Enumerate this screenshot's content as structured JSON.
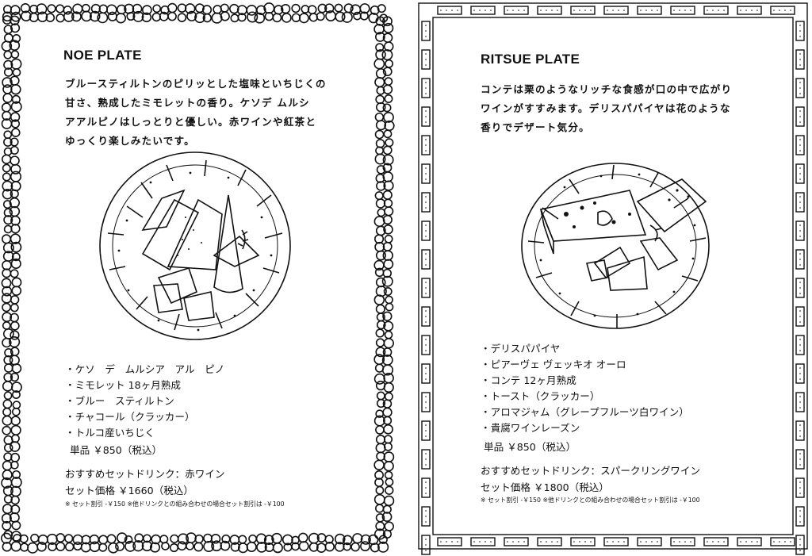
{
  "noe": {
    "title": "NOE PLATE",
    "description_lines": [
      "ブルースティルトンのピリッとした塩味といちじくの",
      "甘さ、熟成したミモレットの香り。ケソデ ムルシ",
      "アアルピノはしっとりと優しい。赤ワインや紅茶と",
      "ゆっくり楽しみたいです。"
    ],
    "items": [
      "・ケソ　デ　ムルシア　アル　ピノ",
      "・ミモレット 18ヶ月熟成",
      "・ブルー　スティルトン",
      "・チャコール（クラッカー）",
      "・トルコ産いちじく"
    ],
    "single_price": "単品 ￥850（税込）",
    "drink": "おすすめセットドリンク：赤ワイン",
    "set_price": "セット価格 ￥1660（税込）",
    "note": "※ セット割引 -￥150 ※他ドリンクとの組み合わせの場合セット割引は -￥100"
  },
  "ritsue": {
    "title": "RITSUE PLATE",
    "description_lines": [
      "コンテは栗のようなリッチな食感が口の中で広がり",
      "ワインがすすみます。デリスパパイヤは花のような",
      "香りでデザート気分。"
    ],
    "items": [
      "・デリスパパイヤ",
      "・ピアーヴェ ヴェッキオ オーロ",
      "・コンテ 12ヶ月熟成",
      "・トースト（クラッカー）",
      "・アロマジャム（グレープフルーツ白ワイン）",
      "・貴腐ワインレーズン"
    ],
    "single_price": "単品 ￥850（税込）",
    "drink": "おすすめセットドリンク：スパークリングワイン",
    "set_price": "セット価格 ￥1800（税込）",
    "note": "※ セット割引 -￥150 ※他ドリンクとの組み合わせの場合セット割引は -￥100"
  }
}
